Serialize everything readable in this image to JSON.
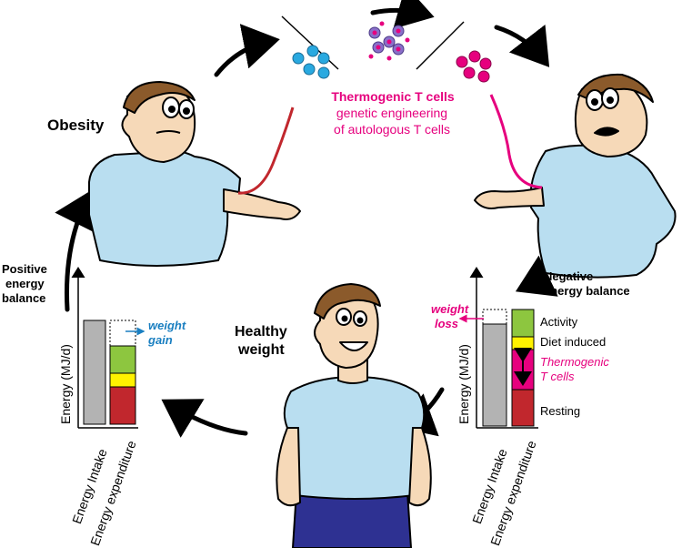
{
  "labels": {
    "obesity": "Obesity",
    "thermo_title": "Thermogenic T cells",
    "thermo_line1": "genetic engineering",
    "thermo_line2": "of autologous T cells",
    "positive_line1": "Positive",
    "positive_line2": "energy",
    "positive_line3": "balance",
    "negative_line1": "Negative",
    "negative_line2": "energy balance",
    "healthy_line1": "Healthy",
    "healthy_line2": "weight"
  },
  "left_chart": {
    "ylabel": "Energy (MJ/d)",
    "annotation_line1": "weight",
    "annotation_line2": "gain",
    "x_labels": [
      "Energy Intake",
      "Energy expenditure"
    ]
  },
  "right_chart": {
    "ylabel": "Energy (MJ/d)",
    "annotation_line1": "weight",
    "annotation_line2": "loss",
    "x_labels": [
      "Energy Intake",
      "Energy expenditure"
    ],
    "legend": {
      "activity": "Activity",
      "diet": "Diet induced",
      "thermo_line1": "Thermogenic",
      "thermo_line2": "T cells",
      "resting": "Resting"
    }
  },
  "colors": {
    "intake": "#b3b3b3",
    "activity": "#8dc63f",
    "diet": "#fff200",
    "resting": "#c1272d",
    "thermogenic": "#e6007e",
    "cells_blue": "#29a9e0",
    "cells_purple": "#8a6fc9",
    "skin": "#f6d9b8",
    "shirt": "#b9def0",
    "hair": "#8b5a2b",
    "pants": "#2e3192"
  }
}
